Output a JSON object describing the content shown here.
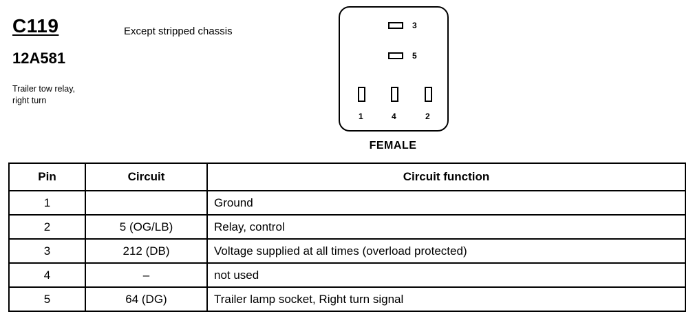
{
  "connector": {
    "id": "C119",
    "part_number": "12A581",
    "note": "Except stripped chassis",
    "description_lines": [
      "Trailer tow relay,",
      "right turn"
    ],
    "gender": "FEMALE",
    "pin_labels": {
      "p3": "3",
      "p5": "5",
      "p1": "1",
      "p4": "4",
      "p2": "2"
    }
  },
  "table": {
    "headers": {
      "pin": "Pin",
      "circuit": "Circuit",
      "function": "Circuit function"
    },
    "rows": [
      {
        "pin": "1",
        "circuit": "",
        "function": "Ground"
      },
      {
        "pin": "2",
        "circuit": "5 (OG/LB)",
        "function": "Relay, control"
      },
      {
        "pin": "3",
        "circuit": "212 (DB)",
        "function": "Voltage supplied at all times (overload protected)"
      },
      {
        "pin": "4",
        "circuit": "–",
        "function": "not used"
      },
      {
        "pin": "5",
        "circuit": "64 (DG)",
        "function": "Trailer lamp socket, Right turn signal"
      }
    ]
  }
}
